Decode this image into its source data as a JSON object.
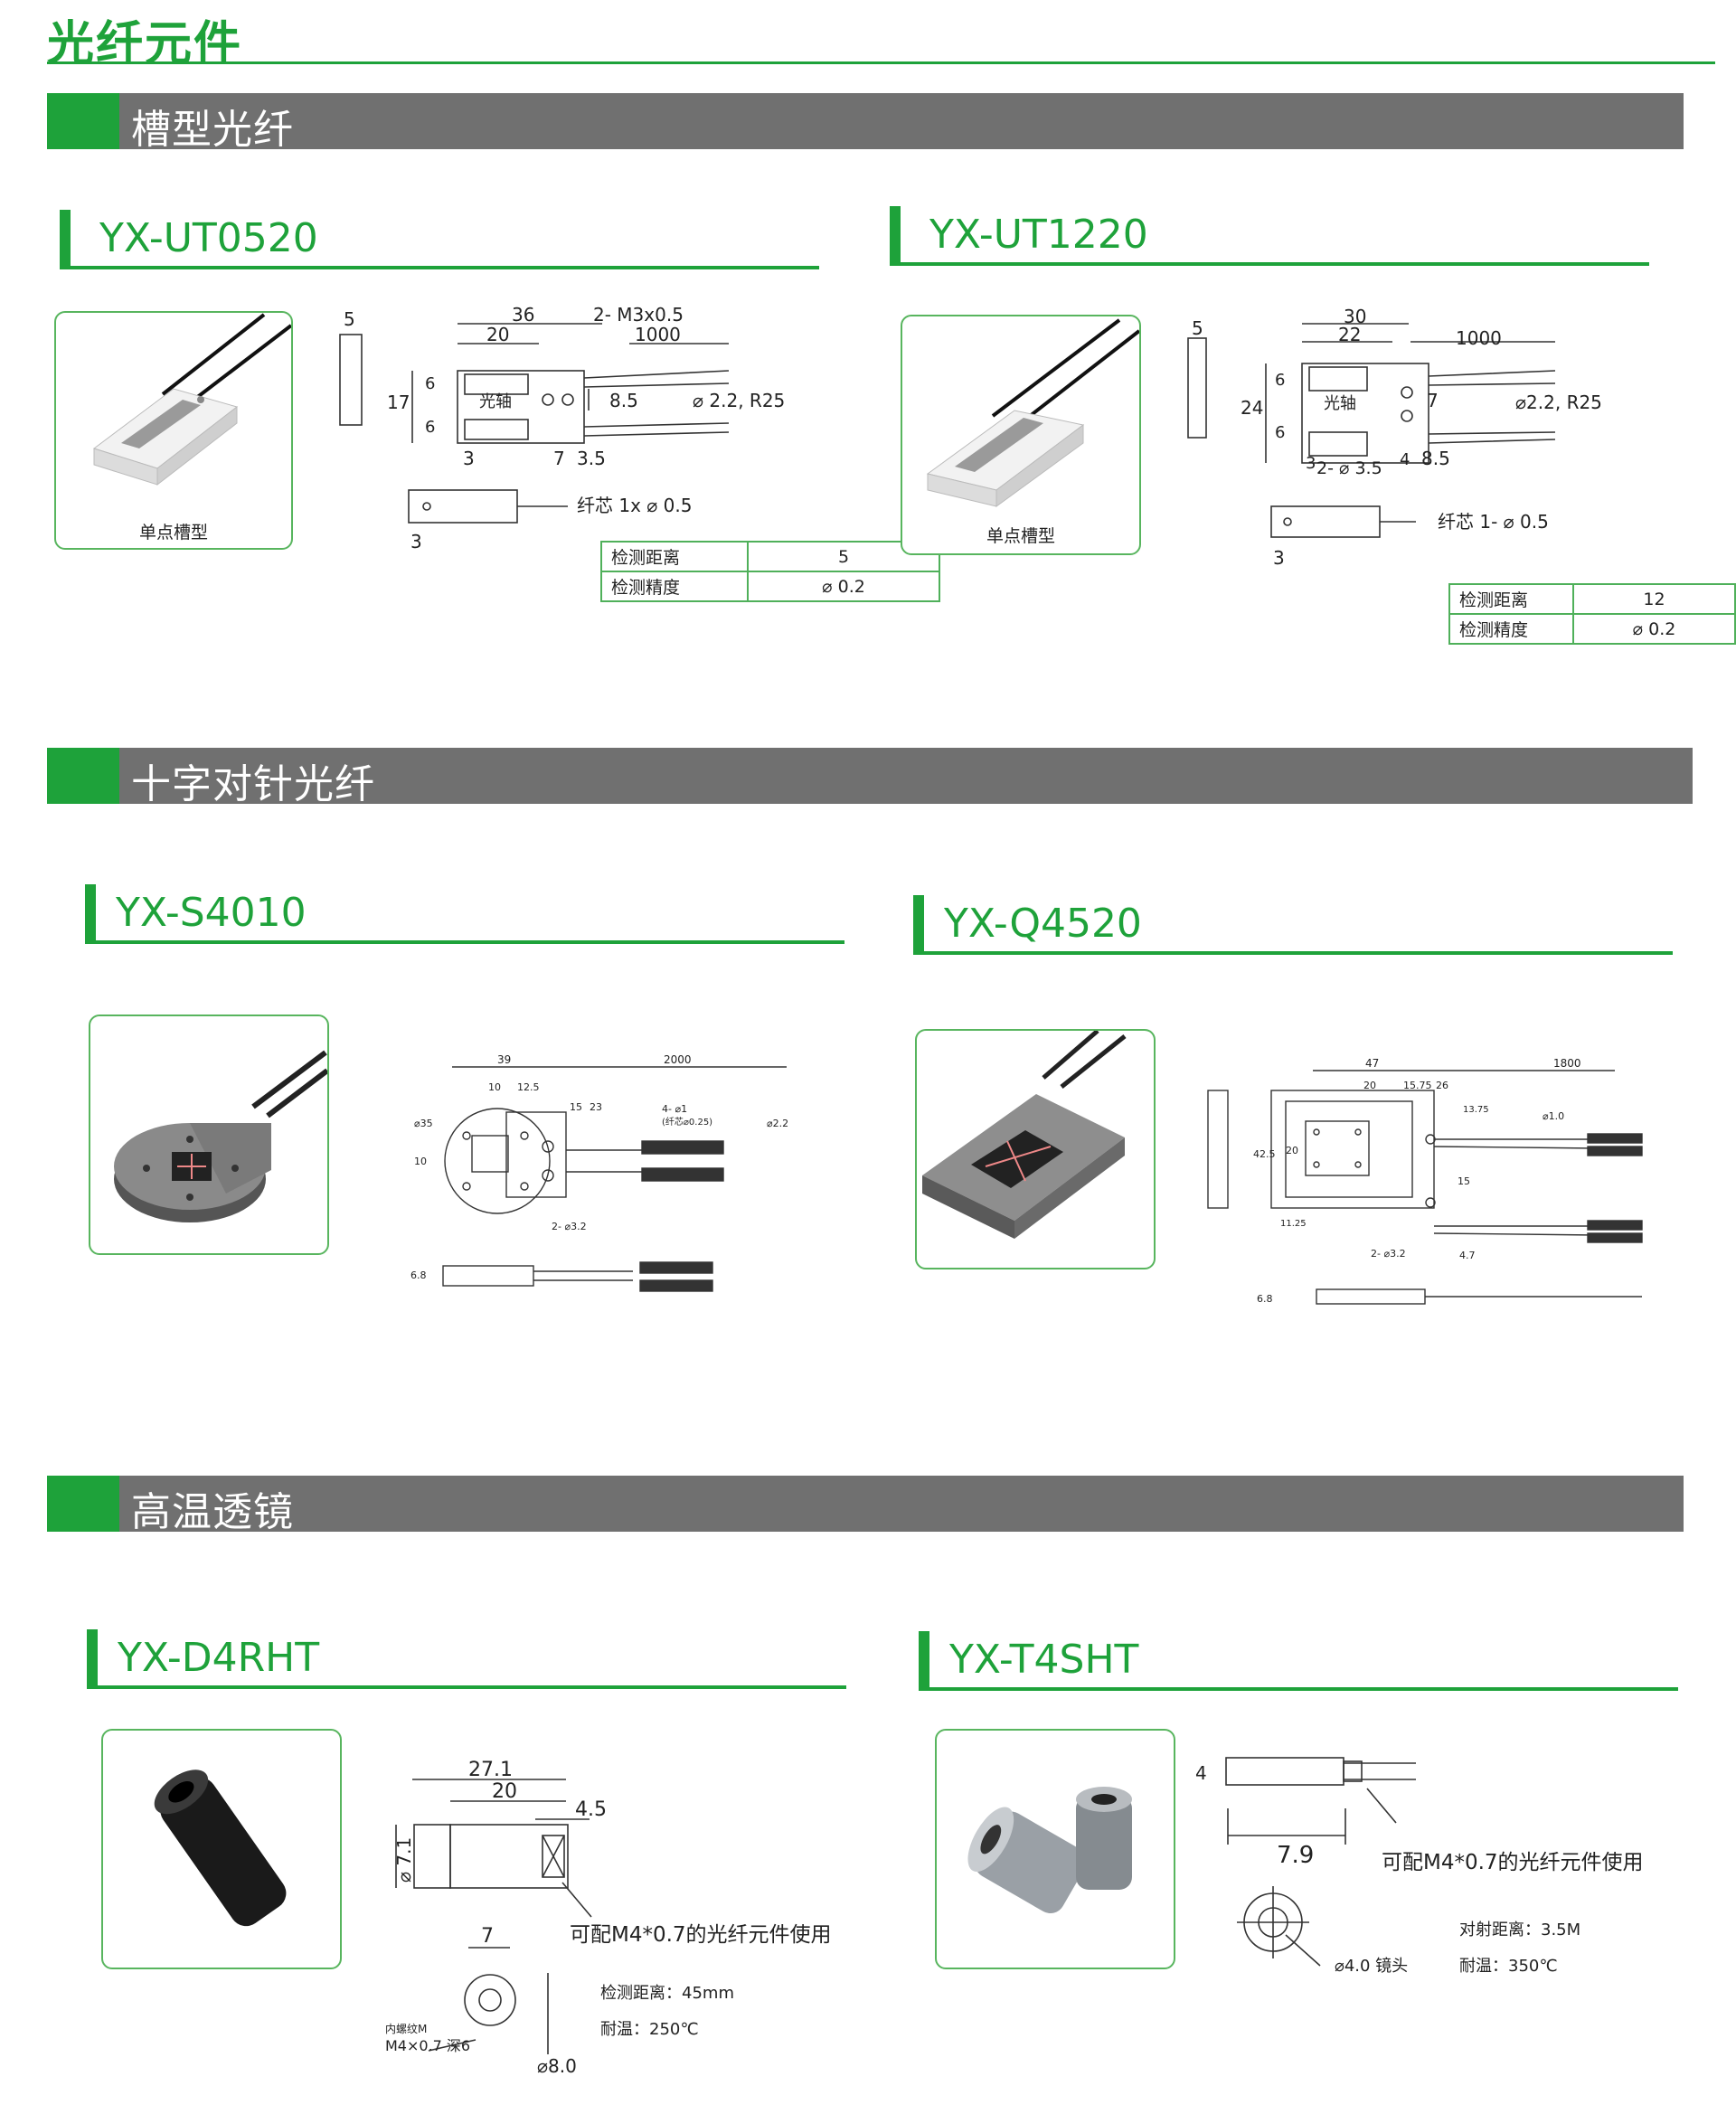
{
  "page": {
    "title": "光纤元件"
  },
  "sections": {
    "slot": {
      "label": "槽型光纤"
    },
    "cross": {
      "label": "十字对针光纤"
    },
    "hightemp": {
      "label": "高温透镜"
    }
  },
  "products": {
    "ut0520": {
      "name": "YX-UT0520",
      "caption": "单点槽型",
      "dims": {
        "d36": "36",
        "d20": "20",
        "m3": "2- M3x0.5",
        "d1000": "1000",
        "d5": "5",
        "d17": "17",
        "d6a": "6",
        "d6b": "6",
        "axis": "光轴",
        "d85": "8.5",
        "r25": "⌀ 2.2,  R25",
        "d3": "3",
        "d7": "7",
        "d35": "3.5",
        "core": "纤芯  1x ⌀ 0.5",
        "d3b": "3"
      },
      "spec": [
        {
          "k": "检测距离",
          "v": "5"
        },
        {
          "k": "检测精度",
          "v": "⌀ 0.2"
        }
      ]
    },
    "ut1220": {
      "name": "YX-UT1220",
      "caption": "单点槽型",
      "dims": {
        "d30": "30",
        "d22": "22",
        "d1000": "1000",
        "d5": "5",
        "d24": "24",
        "d6a": "6",
        "d6b": "6",
        "axis": "光轴",
        "d7": "7",
        "r25": "⌀2.2,  R25",
        "d3": "3",
        "hole": "2- ⌀ 3.5",
        "d4": "4",
        "d85": "8.5",
        "core": "纤芯  1- ⌀ 0.5",
        "d3b": "3"
      },
      "spec": [
        {
          "k": "检测距离",
          "v": "12"
        },
        {
          "k": "检测精度",
          "v": "⌀ 0.2"
        }
      ]
    },
    "s4010": {
      "name": "YX-S4010",
      "dims": {
        "d39": "39",
        "d2000": "2000",
        "d10": "10",
        "d125": "12.5",
        "d35": "⌀35",
        "d15": "15",
        "d23": "23",
        "d10v": "10",
        "f1": "4- ⌀1",
        "f1b": "(纤芯⌀0.25)",
        "d22": "⌀2.2",
        "hole": "2- ⌀3.2",
        "d68": "6.8"
      }
    },
    "q4520": {
      "name": "YX-Q4520",
      "dims": {
        "d47": "47",
        "d1800": "1800",
        "d20": "20",
        "d1575": "15.75",
        "d26": "26",
        "d1375": "13.75",
        "f10": "⌀1.0",
        "d425": "42.5",
        "d20v": "20",
        "d15": "15",
        "d1125": "11.25",
        "hole": "2- ⌀3.2",
        "d47v": "4.7",
        "d68": "6.8"
      }
    },
    "d4rht": {
      "name": "YX-D4RHT",
      "dims": {
        "d271": "27.1",
        "d20": "20",
        "d45": "4.5",
        "d71": "⌀ 7.1",
        "d7": "7",
        "thread1": "内螺纹M",
        "thread2": "M4×0.7 深6",
        "d80": "⌀8.0"
      },
      "note": "可配M4*0.7的光纤元件使用",
      "spec_lines": [
        "检测距离：45mm",
        "耐温：250℃"
      ]
    },
    "t4sht": {
      "name": "YX-T4SHT",
      "dims": {
        "d4": "4",
        "d79": "7.9",
        "lens": "⌀4.0 镜头"
      },
      "note": "可配M4*0.7的光纤元件使用",
      "spec_lines": [
        "对射距离：3.5M",
        "耐温：350℃"
      ]
    }
  },
  "colors": {
    "accent": "#1ea23a",
    "bar_gray": "#707070",
    "frame": "#58b55e"
  }
}
